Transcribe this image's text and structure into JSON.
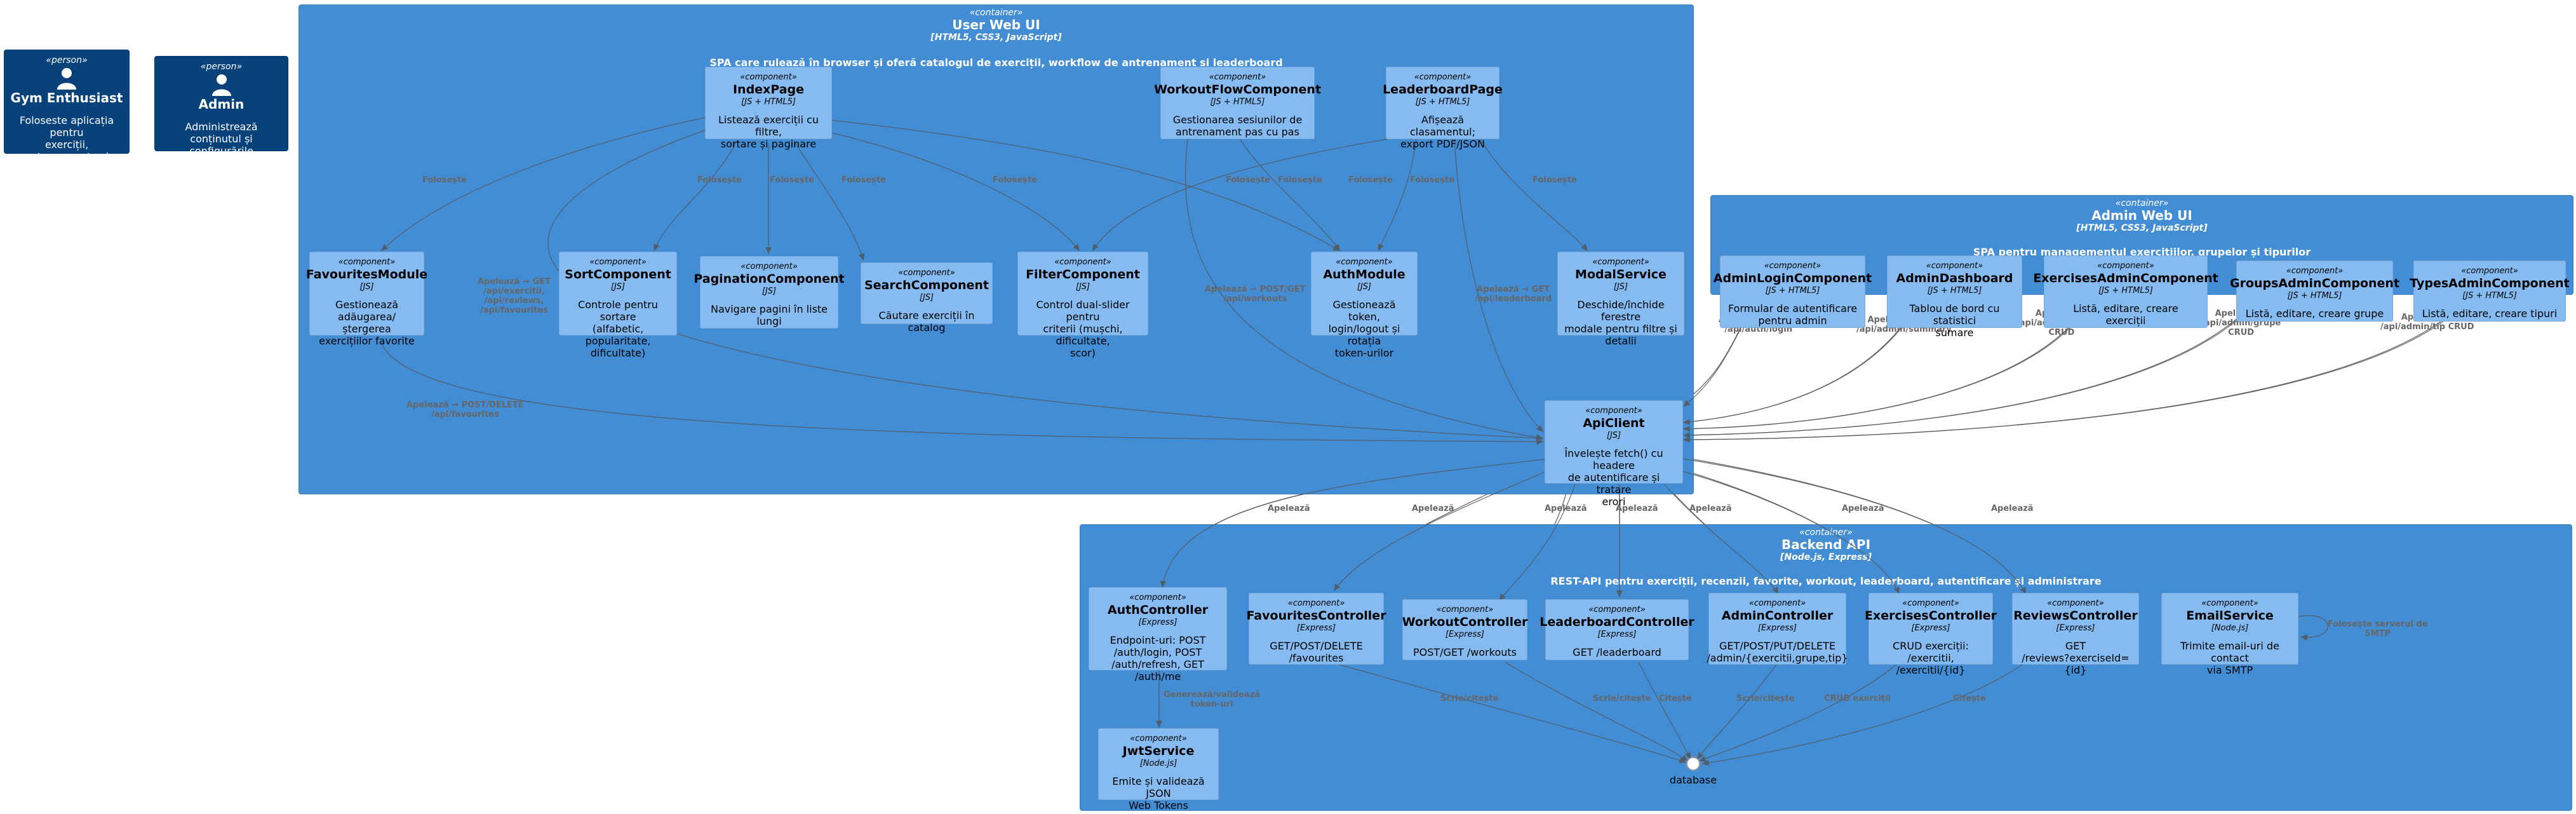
{
  "persons": {
    "gym": {
      "stereotype": "«person»",
      "name": "Gym Enthusiast",
      "description": "Foloseste aplicația pentru\nexerciții, antrenamente și\nclasament"
    },
    "admin": {
      "stereotype": "«person»",
      "name": "Admin",
      "description": "Administrează conținutul și\nconfigurările"
    }
  },
  "containers": {
    "user_web_ui": {
      "stereotype": "«container»",
      "name": "User Web UI",
      "technology": "[HTML5, CSS3, JavaScript]",
      "description": "SPA care rulează în browser și oferă catalogul de exerciții, workflow de antrenament și leaderboard"
    },
    "admin_web_ui": {
      "stereotype": "«container»",
      "name": "Admin Web UI",
      "technology": "[HTML5, CSS3, JavaScript]",
      "description": "SPA pentru managementul exercițiilor, grupelor și tipurilor"
    },
    "backend_api": {
      "stereotype": "«container»",
      "name": "Backend API",
      "technology": "[Node.js, Express]",
      "description": "REST-API pentru exerciții, recenzii, favorite, workout, leaderboard, autentificare și administrare"
    }
  },
  "components": {
    "index_page": {
      "stereotype": "«component»",
      "name": "IndexPage",
      "technology": "[JS + HTML5]",
      "description": "Listează exerciții cu filtre,\nsortare și paginare"
    },
    "workout_flow": {
      "stereotype": "«component»",
      "name": "WorkoutFlowComponent",
      "technology": "[JS + HTML5]",
      "description": "Gestionarea sesiunilor de\nantrenament pas cu pas"
    },
    "leaderboard_page": {
      "stereotype": "«component»",
      "name": "LeaderboardPage",
      "technology": "[JS + HTML5]",
      "description": "Afișează clasamentul;\nexport PDF/JSON"
    },
    "favourites_module": {
      "stereotype": "«component»",
      "name": "FavouritesModule",
      "technology": "[JS]",
      "description": "Gestionează\nadăugarea/ștergerea\nexercițiilor favorite"
    },
    "sort_component": {
      "stereotype": "«component»",
      "name": "SortComponent",
      "technology": "[JS]",
      "description": "Controle pentru sortare\n(alfabetic, popularitate,\ndificultate)"
    },
    "pagination_component": {
      "stereotype": "«component»",
      "name": "PaginationComponent",
      "technology": "[JS]",
      "description": "Navigare pagini în liste\nlungi"
    },
    "search_component": {
      "stereotype": "«component»",
      "name": "SearchComponent",
      "technology": "[JS]",
      "description": "Căutare exerciții în catalog"
    },
    "filter_component": {
      "stereotype": "«component»",
      "name": "FilterComponent",
      "technology": "[JS]",
      "description": "Control dual-slider pentru\ncriterii (mușchi, dificultate,\nscor)"
    },
    "auth_module": {
      "stereotype": "«component»",
      "name": "AuthModule",
      "technology": "[JS]",
      "description": "Gestionează token,\nlogin/logout și rotația\ntoken-urilor"
    },
    "modal_service": {
      "stereotype": "«component»",
      "name": "ModalService",
      "technology": "[JS]",
      "description": "Deschide/închide ferestre\nmodale pentru filtre și\ndetalii"
    },
    "api_client": {
      "stereotype": "«component»",
      "name": "ApiClient",
      "technology": "[JS]",
      "description": "Învelește fetch() cu headere\nde autentificare și tratare\nerori"
    },
    "admin_login": {
      "stereotype": "«component»",
      "name": "AdminLoginComponent",
      "technology": "[JS + HTML5]",
      "description": "Formular de autentificare\npentru admin"
    },
    "admin_dashboard": {
      "stereotype": "«component»",
      "name": "AdminDashboard",
      "technology": "[JS + HTML5]",
      "description": "Tablou de bord cu statistici\nsumare"
    },
    "exercises_admin": {
      "stereotype": "«component»",
      "name": "ExercisesAdminComponent",
      "technology": "[JS + HTML5]",
      "description": "Listă, editare, creare\nexerciții"
    },
    "groups_admin": {
      "stereotype": "«component»",
      "name": "GroupsAdminComponent",
      "technology": "[JS + HTML5]",
      "description": "Listă, editare, creare grupe"
    },
    "types_admin": {
      "stereotype": "«component»",
      "name": "TypesAdminComponent",
      "technology": "[JS + HTML5]",
      "description": "Listă, editare, creare tipuri"
    },
    "auth_controller": {
      "stereotype": "«component»",
      "name": "AuthController",
      "technology": "[Express]",
      "description": "Endpoint-uri: POST\n/auth/login, POST\n/auth/refresh, GET /auth/me"
    },
    "favourites_controller": {
      "stereotype": "«component»",
      "name": "FavouritesController",
      "technology": "[Express]",
      "description": "GET/POST/DELETE\n/favourites"
    },
    "workout_controller": {
      "stereotype": "«component»",
      "name": "WorkoutController",
      "technology": "[Express]",
      "description": "POST/GET /workouts"
    },
    "leaderboard_controller": {
      "stereotype": "«component»",
      "name": "LeaderboardController",
      "technology": "[Express]",
      "description": "GET /leaderboard"
    },
    "admin_controller": {
      "stereotype": "«component»",
      "name": "AdminController",
      "technology": "[Express]",
      "description": "GET/POST/PUT/DELETE\n/admin/{exercitii,grupe,tip}"
    },
    "exercises_controller": {
      "stereotype": "«component»",
      "name": "ExercisesController",
      "technology": "[Express]",
      "description": "CRUD exerciții: /exercitii,\n/exercitii/{id}"
    },
    "reviews_controller": {
      "stereotype": "«component»",
      "name": "ReviewsController",
      "technology": "[Express]",
      "description": "GET\n/reviews?exerciseId={id}"
    },
    "email_service": {
      "stereotype": "«component»",
      "name": "EmailService",
      "technology": "[Node.js]",
      "description": "Trimite email-uri de contact\nvia SMTP"
    },
    "jwt_service": {
      "stereotype": "«component»",
      "name": "JwtService",
      "technology": "[Node.js]",
      "description": "Emite și validează JSON\nWeb Tokens"
    }
  },
  "database": {
    "label": "database"
  },
  "relations": {
    "uses": "Folosește",
    "calls": "Apelează",
    "fav_api": "Apelează → POST/DELETE\n/api/favourites",
    "index_api": "Apelează → GET\n/api/exercitii,\n/api/reviews,\n/api/favourites",
    "workout_api": "Apelează → POST/GET\n/api/workouts",
    "leaderboard_api": "Apelează → GET\n/api/leaderboard",
    "admin_login_api": "Apelează → POST\n/api/auth/login",
    "admin_dashboard_api": "Apelează → GET\n/api/admin/summary",
    "exercises_admin_api": "Apelează →\n/api/admin/exercitii\nCRUD",
    "groups_admin_api": "Apelează →\n/api/admin/grupe\nCRUD",
    "types_admin_api": "Apelează →\n/api/admin/tip CRUD",
    "jwt_rel": "Generează/validează\ntoken-uri",
    "reads_writes": "Scrie/citește",
    "reads": "Citește",
    "crud_exercises": "CRUD exerciții",
    "smtp": "Folosește serverul de\nSMTP"
  },
  "colors": {
    "person": "#08427b",
    "container": "#438dd5",
    "component": "#85bbf0",
    "arrow": "#666666",
    "label": "#666666"
  }
}
